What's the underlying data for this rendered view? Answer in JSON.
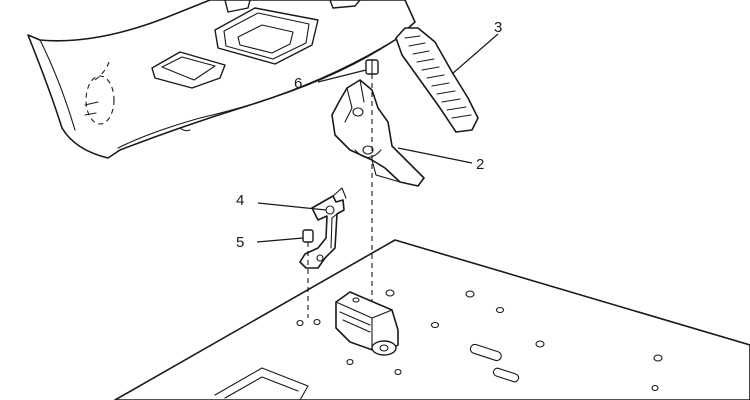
{
  "callouts": {
    "c2": "2",
    "c3": "3",
    "c4": "4",
    "c5": "5",
    "c6": "6"
  }
}
